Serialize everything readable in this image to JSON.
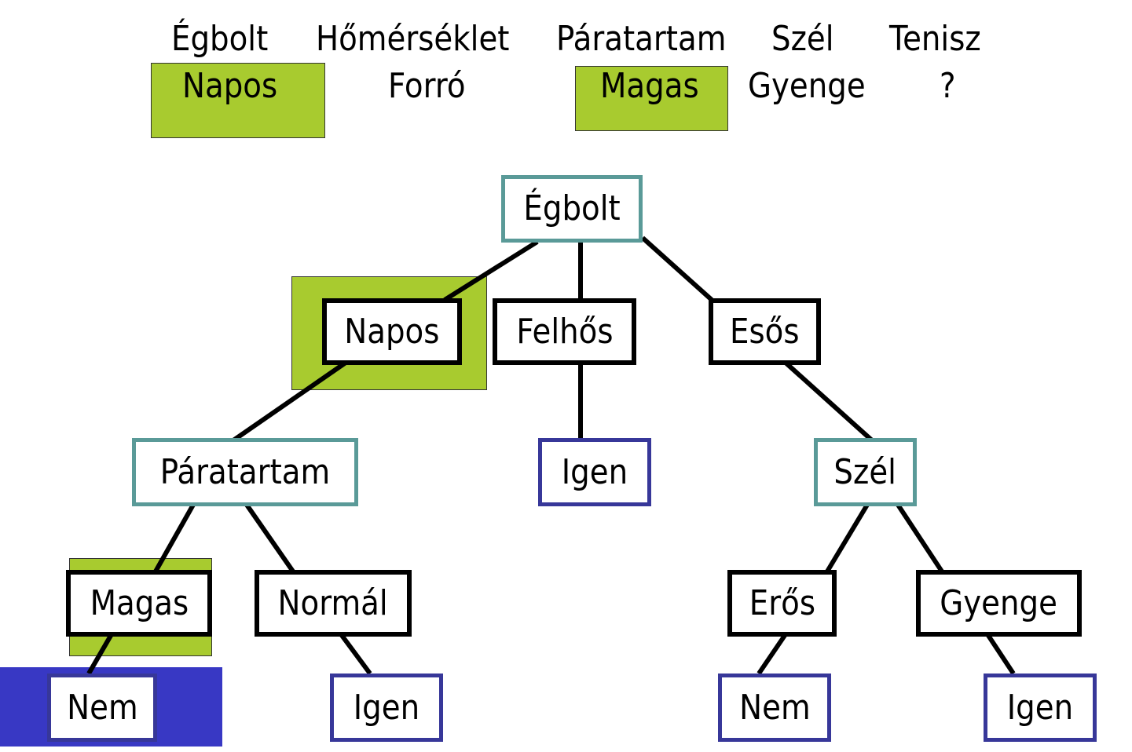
{
  "instance": {
    "headers": [
      "Égbolt",
      "Hőmérséklet",
      "Páratartam",
      "Szél",
      "Tenisz"
    ],
    "values": [
      "Napos",
      "Forró",
      "Magas",
      "Gyenge",
      "?"
    ],
    "highlighted": [
      "Napos",
      "Magas"
    ]
  },
  "tree": {
    "root": "Égbolt",
    "outlook_values": [
      "Napos",
      "Felhős",
      "Esős"
    ],
    "humidity_attr": "Páratartam",
    "cloudy_leaf": "Igen",
    "wind_attr": "Szél",
    "humidity_values": [
      "Magas",
      "Normál"
    ],
    "wind_values": [
      "Erős",
      "Gyenge"
    ],
    "leaves": [
      "Nem",
      "Igen",
      "Nem",
      "Igen"
    ]
  },
  "colors": {
    "highlight_green": "#a8cb2f",
    "highlight_blue": "#3838c4",
    "attribute_border": "#5a9a98",
    "leaf_border": "#373799",
    "value_border": "#000000"
  }
}
